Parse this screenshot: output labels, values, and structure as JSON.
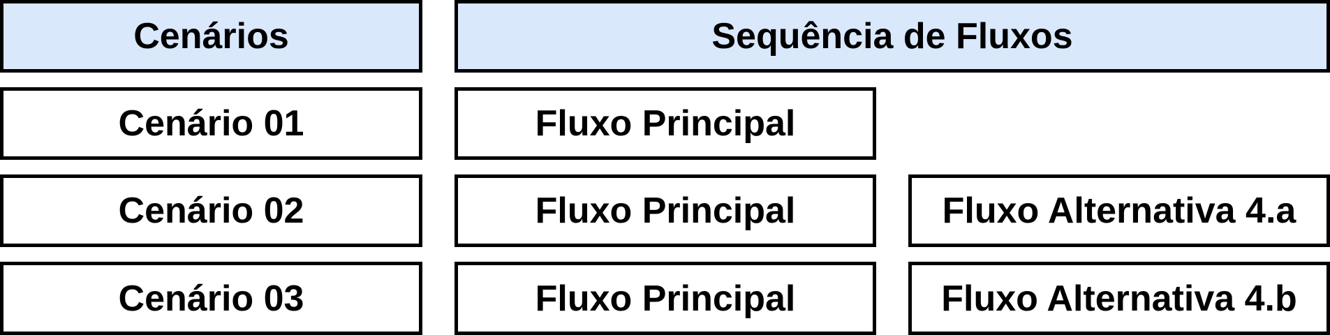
{
  "header": {
    "scenarios_label": "Cenários",
    "flows_label": "Sequência de Fluxos"
  },
  "rows": [
    {
      "scenario": "Cenário 01",
      "main_flow": "Fluxo Principal"
    },
    {
      "scenario": "Cenário 02",
      "main_flow": "Fluxo Principal",
      "alt_flow": "Fluxo Alternativa 4.a"
    },
    {
      "scenario": "Cenário 03",
      "main_flow": "Fluxo Principal",
      "alt_flow": "Fluxo Alternativa 4.b"
    }
  ],
  "colors": {
    "header_fill": "#dae8fc",
    "cell_fill": "#ffffff",
    "border": "#000000"
  }
}
